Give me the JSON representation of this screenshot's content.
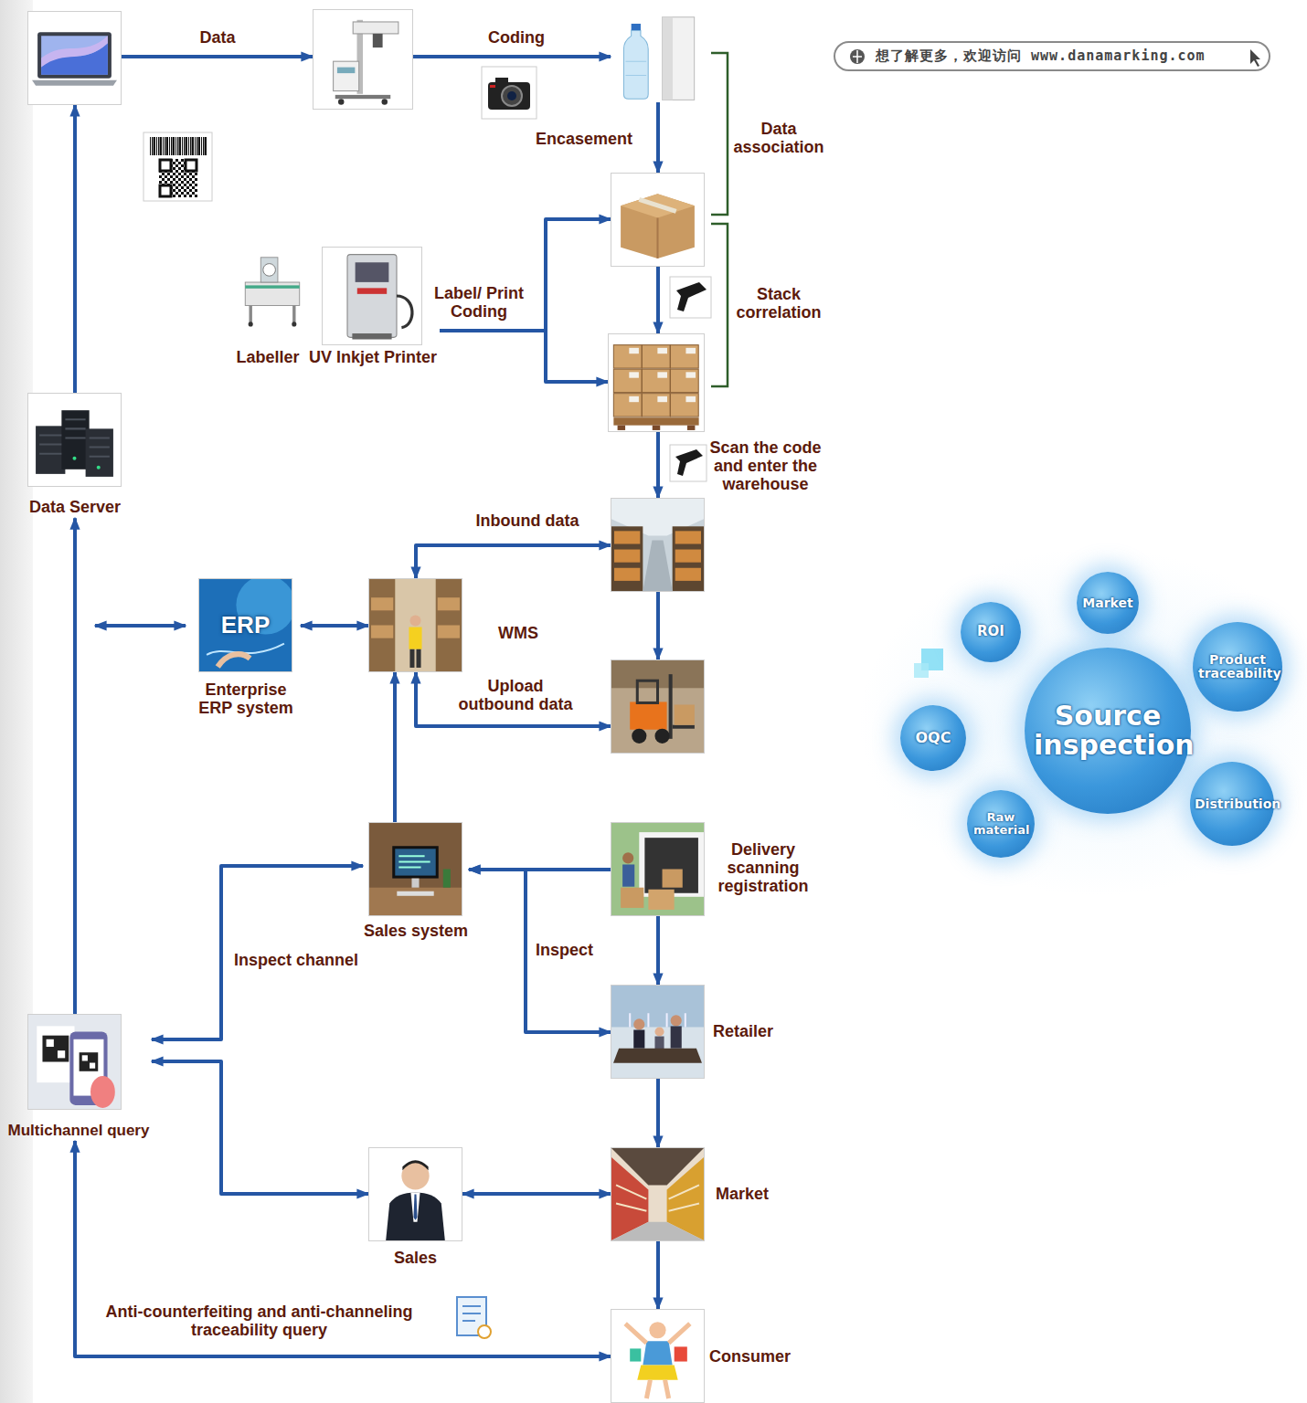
{
  "diagram": {
    "nodes": [
      {
        "text": [
          "想了解更多，欢迎访问 www.danamarking.com"
        ]
      },
      {
        "text": []
      },
      {
        "text": []
      },
      {
        "text": []
      },
      {
        "text": []
      },
      {
        "text": [
          "Labeller"
        ]
      },
      {
        "text": [
          "UV Inkjet Printer"
        ]
      },
      {
        "text": []
      },
      {
        "text": [
          "Data Server"
        ]
      },
      {
        "text": []
      },
      {
        "text": [
          "Enterprise ERP system"
        ]
      },
      {
        "text": [
          "WMS"
        ]
      },
      {
        "text": []
      },
      {
        "text": [
          "Sales system"
        ]
      },
      {
        "text": [
          "Delivery scanning registration"
        ]
      },
      {
        "text": [
          "Multichannel query"
        ]
      },
      {
        "text": [
          "Retailer"
        ]
      },
      {
        "text": [
          "Sales"
        ]
      },
      {
        "text": [
          "Market"
        ]
      },
      {
        "text": [
          "Consumer"
        ]
      },
      {
        "text": [
          "Market"
        ]
      },
      {
        "text": [
          "ROI"
        ]
      },
      {
        "text": [
          "Product traceability"
        ]
      },
      {
        "text": [
          "OQC"
        ]
      },
      {
        "text": [
          "Source inspection"
        ]
      },
      {
        "text": [
          "Raw material"
        ]
      },
      {
        "text": [
          "Distribution"
        ]
      }
    ],
    "edges": [
      {
        "from": 1,
        "to": 2,
        "label": "Data",
        "arrow": "to"
      },
      {
        "from": 2,
        "to": 3,
        "label": "Coding",
        "arrow": "to"
      },
      {
        "from": 3,
        "to": 4,
        "label": "Encasement",
        "arrow": "to"
      },
      {
        "from": 4,
        "to": 7,
        "arrow": "to"
      },
      {
        "from": 6,
        "to": 4,
        "label": "Label/ Print Coding",
        "arrow": "to"
      },
      {
        "from": 6,
        "to": 7,
        "arrow": "to"
      },
      {
        "from": 7,
        "to": 9,
        "label": "Scan the code and enter the warehouse",
        "arrow": "to"
      },
      {
        "from": 9,
        "to": 11,
        "label": "Inbound data",
        "arrow": "both"
      },
      {
        "from": 9,
        "to": 12,
        "arrow": "to"
      },
      {
        "from": 12,
        "to": 11,
        "label": "Upload outbound data",
        "arrow": "both"
      },
      {
        "from": 10,
        "to": 11,
        "arrow": "both"
      },
      {
        "from": 13,
        "to": 11,
        "arrow": "to"
      },
      {
        "from": 8,
        "to": 1,
        "arrow": "to"
      },
      {
        "from": 15,
        "to": 8,
        "arrow": "to"
      },
      {
        "from": 14,
        "to": 13,
        "arrow": "to"
      },
      {
        "from": 13,
        "to": 16,
        "label": "Inspect",
        "arrow": "both"
      },
      {
        "from": 14,
        "to": 16,
        "arrow": "to"
      },
      {
        "from": 16,
        "to": 18,
        "arrow": "to"
      },
      {
        "from": 18,
        "to": 19,
        "arrow": "to"
      },
      {
        "from": 17,
        "to": 18,
        "arrow": "both"
      },
      {
        "from": 15,
        "to": 13,
        "label": "Inspect channel",
        "arrow": "both"
      },
      {
        "from": 15,
        "to": 17,
        "arrow": "both"
      },
      {
        "from": 19,
        "to": 15,
        "label": "Anti-counterfeiting and anti-channeling traceability query",
        "arrow": "both"
      }
    ],
    "labels": [
      "Data association",
      "Stack correlation",
      "ERP"
    ]
  }
}
